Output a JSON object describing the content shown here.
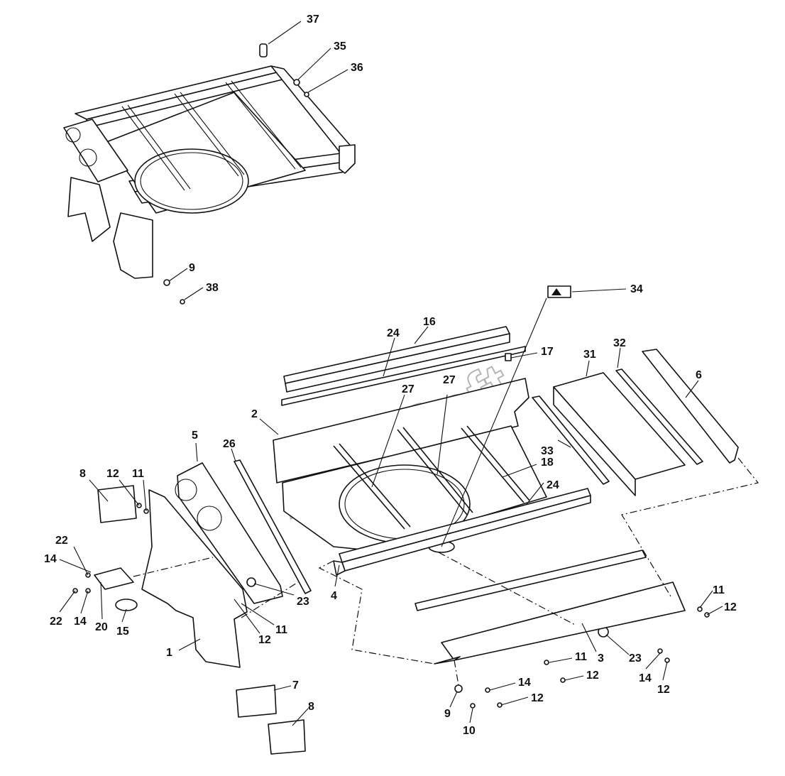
{
  "watermark": "AutoSoft",
  "callouts": [
    {
      "id": "37",
      "label": "37"
    },
    {
      "id": "35",
      "label": "35"
    },
    {
      "id": "36",
      "label": "36"
    },
    {
      "id": "9a",
      "label": "9"
    },
    {
      "id": "38",
      "label": "38"
    },
    {
      "id": "34",
      "label": "34"
    },
    {
      "id": "16",
      "label": "16"
    },
    {
      "id": "24a",
      "label": "24"
    },
    {
      "id": "17",
      "label": "17"
    },
    {
      "id": "31",
      "label": "31"
    },
    {
      "id": "32",
      "label": "32"
    },
    {
      "id": "6",
      "label": "6"
    },
    {
      "id": "27a",
      "label": "27"
    },
    {
      "id": "27b",
      "label": "27"
    },
    {
      "id": "2",
      "label": "2"
    },
    {
      "id": "5",
      "label": "5"
    },
    {
      "id": "26",
      "label": "26"
    },
    {
      "id": "33",
      "label": "33"
    },
    {
      "id": "18",
      "label": "18"
    },
    {
      "id": "24b",
      "label": "24"
    },
    {
      "id": "8a",
      "label": "8"
    },
    {
      "id": "12a",
      "label": "12"
    },
    {
      "id": "11a",
      "label": "11"
    },
    {
      "id": "22a",
      "label": "22"
    },
    {
      "id": "14a",
      "label": "14"
    },
    {
      "id": "23a",
      "label": "23"
    },
    {
      "id": "4",
      "label": "4"
    },
    {
      "id": "22b",
      "label": "22"
    },
    {
      "id": "14b",
      "label": "14"
    },
    {
      "id": "20",
      "label": "20"
    },
    {
      "id": "15",
      "label": "15"
    },
    {
      "id": "12b",
      "label": "12"
    },
    {
      "id": "11b",
      "label": "11"
    },
    {
      "id": "1",
      "label": "1"
    },
    {
      "id": "11c",
      "label": "11"
    },
    {
      "id": "12c",
      "label": "12"
    },
    {
      "id": "3",
      "label": "3"
    },
    {
      "id": "23b",
      "label": "23"
    },
    {
      "id": "11d",
      "label": "11"
    },
    {
      "id": "12d",
      "label": "12"
    },
    {
      "id": "14c",
      "label": "14"
    },
    {
      "id": "12e",
      "label": "12"
    },
    {
      "id": "14d",
      "label": "14"
    },
    {
      "id": "12f",
      "label": "12"
    },
    {
      "id": "9b",
      "label": "9"
    },
    {
      "id": "10",
      "label": "10"
    },
    {
      "id": "7",
      "label": "7"
    },
    {
      "id": "8b",
      "label": "8"
    }
  ]
}
